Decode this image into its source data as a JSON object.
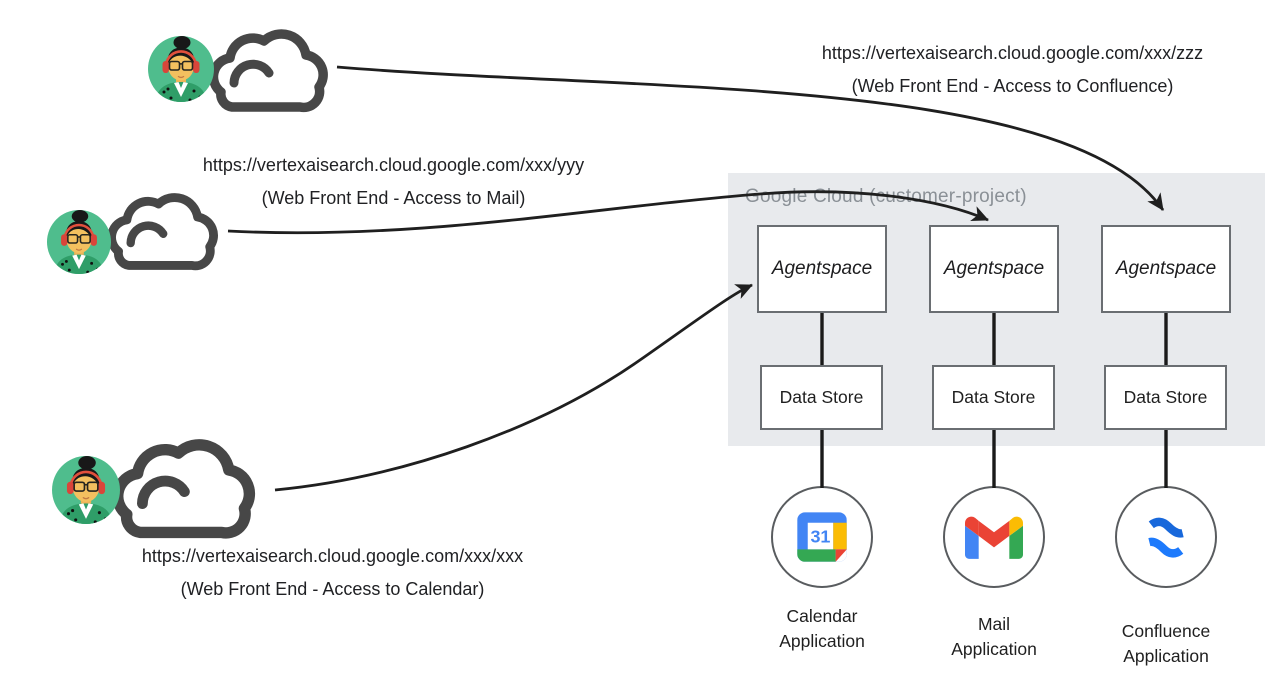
{
  "container": {
    "title": "Google Cloud (customer-project)"
  },
  "links": [
    {
      "url": "https://vertexaisearch.cloud.google.com/xxx/zzz",
      "caption": "(Web Front End - Access to Confluence)"
    },
    {
      "url": "https://vertexaisearch.cloud.google.com/xxx/yyy",
      "caption": "(Web Front End - Access to Mail)"
    },
    {
      "url": "https://vertexaisearch.cloud.google.com/xxx/xxx",
      "caption": "(Web Front End - Access to Calendar)"
    }
  ],
  "columns": [
    {
      "agent_label": "Agentspace",
      "store_label": "Data Store",
      "app_label": "Calendar Application",
      "app_icon": "google-calendar-icon"
    },
    {
      "agent_label": "Agentspace",
      "store_label": "Data Store",
      "app_label": "Mail Application",
      "app_icon": "gmail-icon"
    },
    {
      "agent_label": "Agentspace",
      "store_label": "Data Store",
      "app_label": "Confluence Application",
      "app_icon": "confluence-icon"
    }
  ],
  "icons": {
    "user": "user-avatar-icon",
    "internet": "cloud-icon",
    "calendar_day": "31"
  },
  "colors": {
    "container_bg": "#E8EAED",
    "container_title": "#8A9096",
    "box_border": "#6A6E72",
    "arrow": "#1F1F1F",
    "cloud_gray": "#474747",
    "avatar_green": "#4FBD8D",
    "calendar_blue": "#4285F4",
    "calendar_yellow": "#FBBC04",
    "calendar_green": "#34A853",
    "calendar_red": "#EA4335",
    "gmail_blue": "#4285F4",
    "gmail_green": "#34A853",
    "gmail_yellow": "#FBBC04",
    "gmail_red": "#EA4335",
    "confluence_blue": "#1868DB"
  }
}
